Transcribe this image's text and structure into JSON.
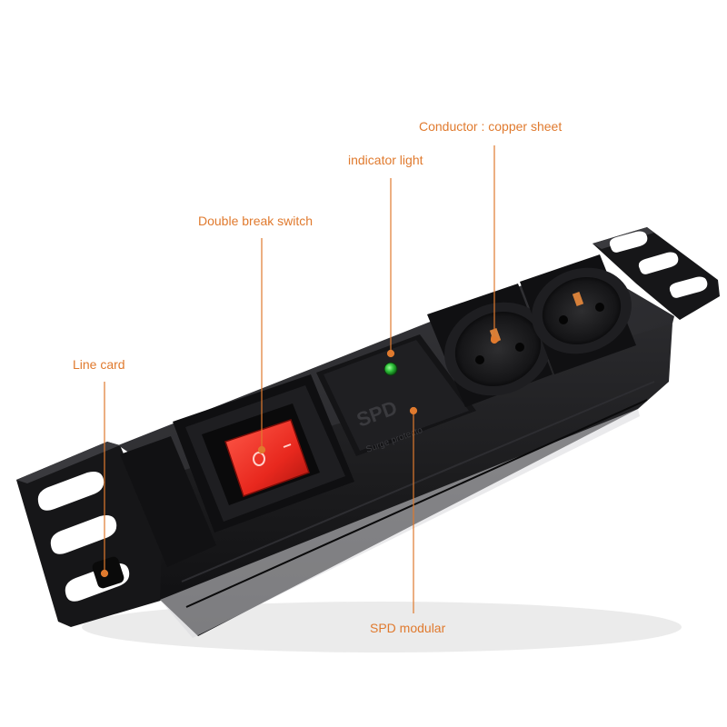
{
  "colors": {
    "accent": "#e07a2e",
    "housing": "#1b1b1d",
    "switch_red": "#e8281e",
    "indicator_green": "#2fbf3a",
    "background": "#ffffff"
  },
  "callouts": {
    "conductor": "Conductor : copper sheet",
    "indicator": "indicator light",
    "switch": "Double break switch",
    "line_card": "Line card",
    "spd_modular": "SPD modular"
  },
  "product_printing": {
    "spd_logo": "SPD",
    "spd_caption": "Surge protecto"
  },
  "switch_marks": {
    "off": "O",
    "on": "–"
  }
}
